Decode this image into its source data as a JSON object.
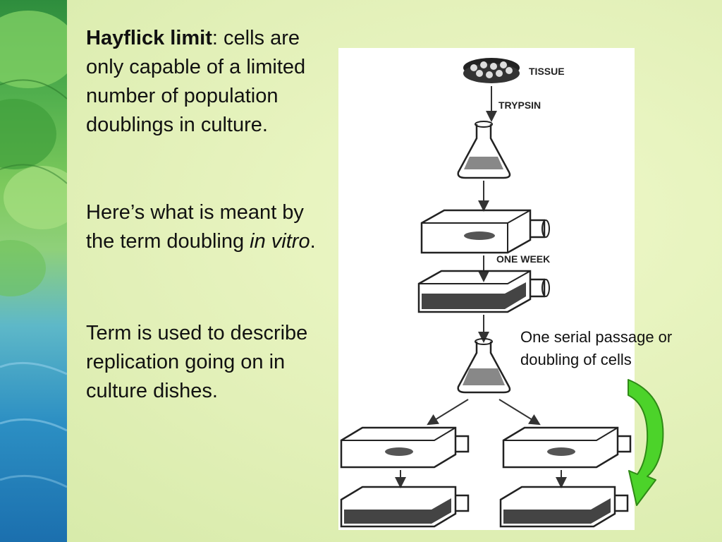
{
  "slide": {
    "paragraph1": {
      "term": "Hayflick limit",
      "text": ": cells are only capable of a limited number of population doublings in culture."
    },
    "paragraph2": {
      "text": "Here’s what is meant by the term doubling ",
      "italic": "in vitro",
      "end": "."
    },
    "paragraph3": {
      "text": "Term is used to describe replication going on in culture dishes."
    },
    "caption": "One serial passage or doubling of cells"
  },
  "figure": {
    "labels": {
      "tissue": "TISSUE",
      "trypsin": "TRYPSIN",
      "one_week": "ONE WEEK"
    }
  },
  "colors": {
    "arrow_green": "#4cd32a",
    "arrow_outline": "#2f8a16",
    "background": "#e4f2bd"
  }
}
